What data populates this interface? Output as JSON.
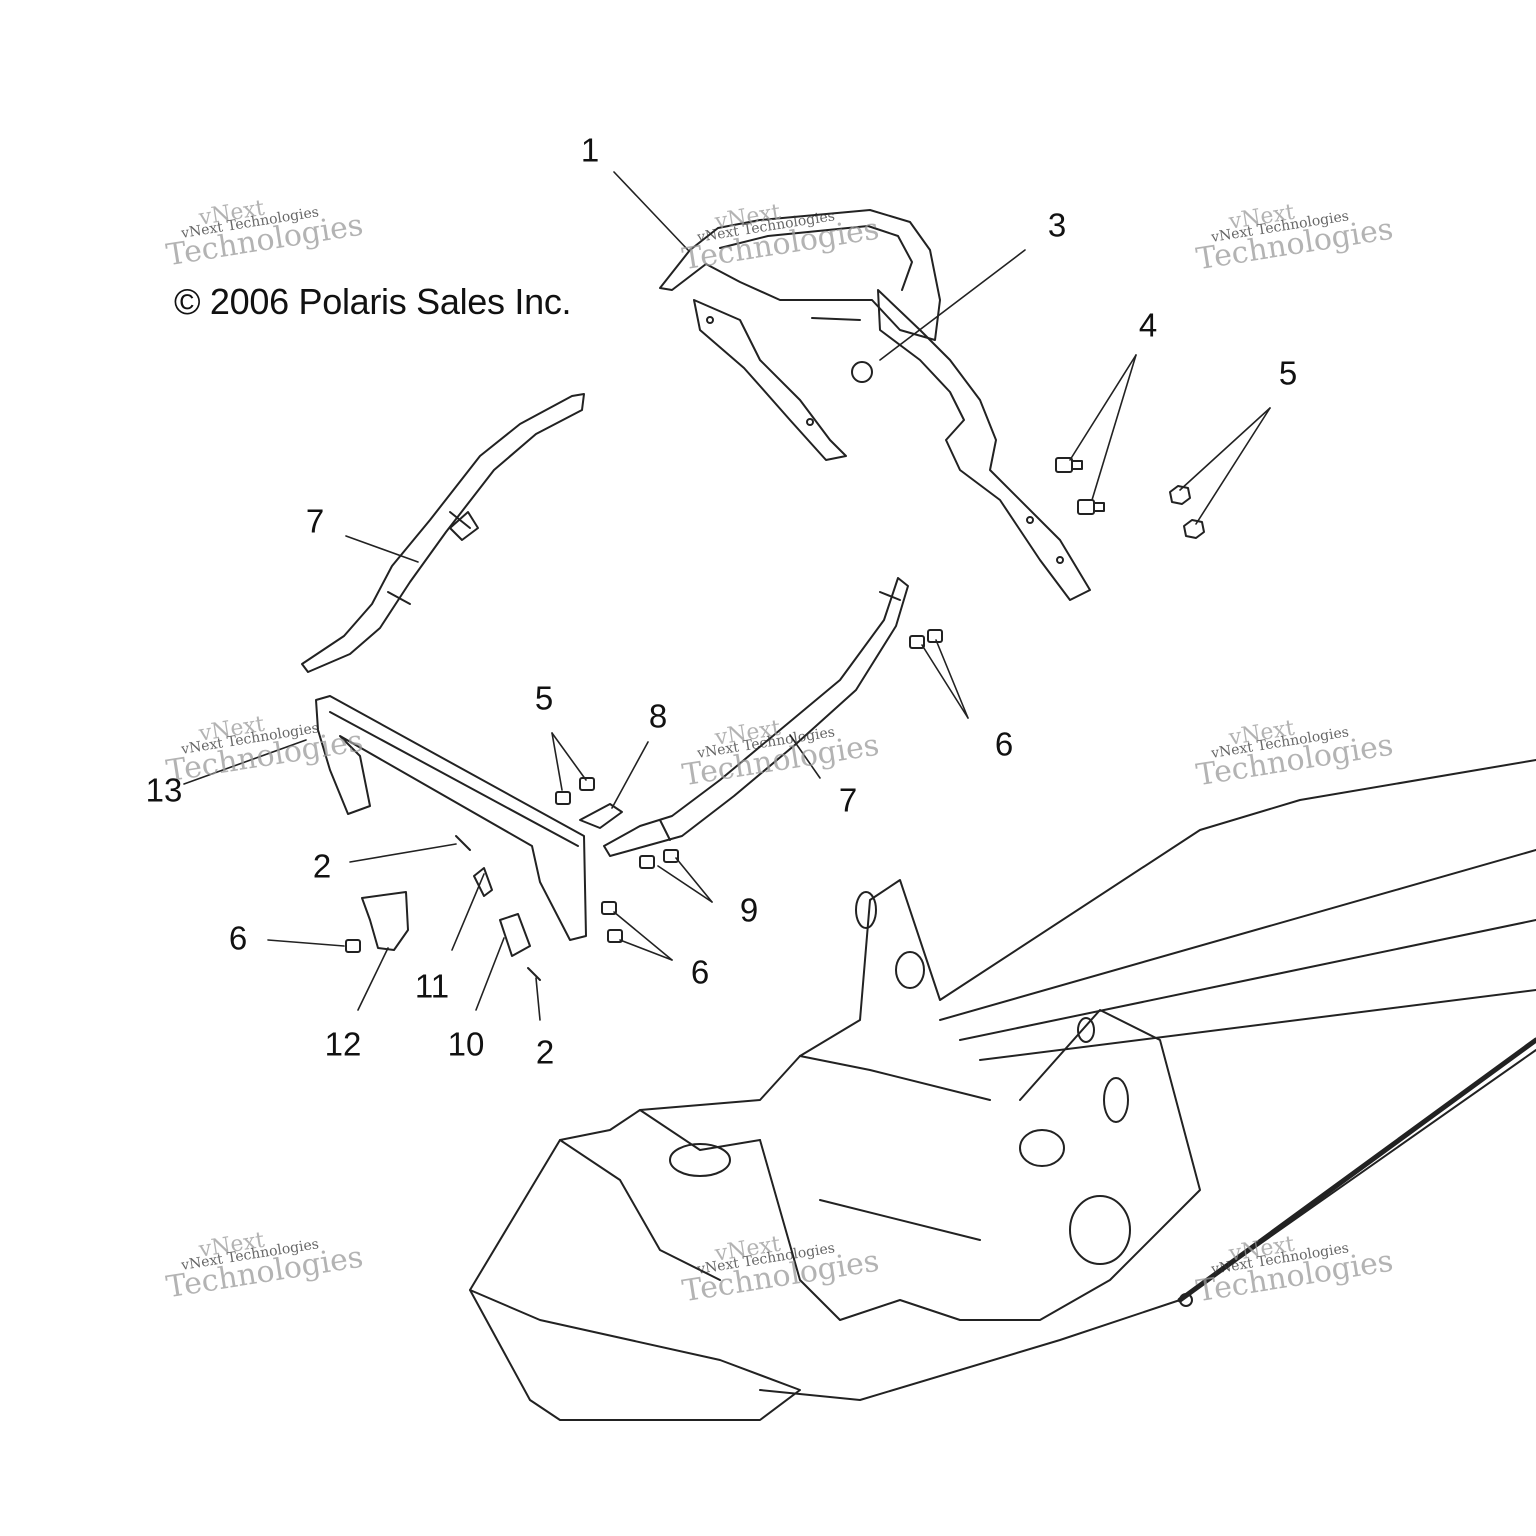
{
  "copyright": "© 2006 Polaris Sales Inc.",
  "watermark": {
    "line1": "vNext",
    "line2": "vNext Technologies",
    "line3": "Technologies"
  },
  "callouts": [
    "1",
    "3",
    "4",
    "5",
    "7",
    "5",
    "8",
    "13",
    "7",
    "6",
    "2",
    "6",
    "11",
    "9",
    "6",
    "12",
    "10",
    "2"
  ]
}
